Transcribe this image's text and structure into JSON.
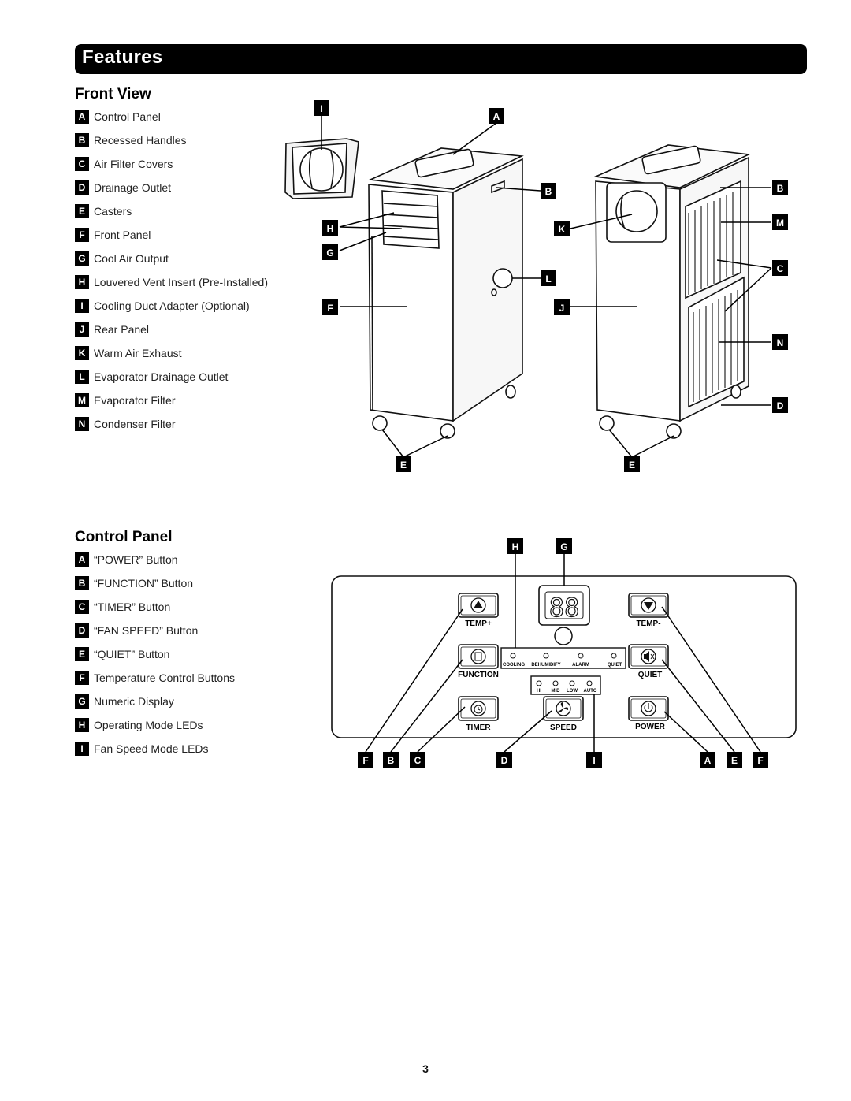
{
  "header": {
    "title": "Features"
  },
  "front_view": {
    "title": "Front View",
    "items": [
      {
        "key": "A",
        "label": "Control Panel"
      },
      {
        "key": "B",
        "label": "Recessed Handles"
      },
      {
        "key": "C",
        "label": "Air Filter Covers"
      },
      {
        "key": "D",
        "label": "Drainage Outlet"
      },
      {
        "key": "E",
        "label": "Casters"
      },
      {
        "key": "F",
        "label": "Front Panel"
      },
      {
        "key": "G",
        "label": "Cool Air Output"
      },
      {
        "key": "H",
        "label": "Louvered Vent Insert (Pre-Installed)"
      },
      {
        "key": "I",
        "label": "Cooling Duct Adapter (Optional)"
      },
      {
        "key": "J",
        "label": "Rear Panel"
      },
      {
        "key": "K",
        "label": "Warm Air Exhaust"
      },
      {
        "key": "L",
        "label": "Evaporator Drainage Outlet"
      },
      {
        "key": "M",
        "label": "Evaporator Filter"
      },
      {
        "key": "N",
        "label": "Condenser Filter"
      }
    ],
    "callouts": [
      "I",
      "A",
      "B",
      "H",
      "G",
      "F",
      "K",
      "L",
      "J",
      "B",
      "M",
      "C",
      "N",
      "D",
      "E",
      "E"
    ]
  },
  "control_panel": {
    "title": "Control Panel",
    "items": [
      {
        "key": "A",
        "label": "“POWER” Button"
      },
      {
        "key": "B",
        "label": "“FUNCTION” Button"
      },
      {
        "key": "C",
        "label": "“TIMER” Button"
      },
      {
        "key": "D",
        "label": "“FAN SPEED” Button"
      },
      {
        "key": "E",
        "label": "“QUIET” Button"
      },
      {
        "key": "F",
        "label": "Temperature Control Buttons"
      },
      {
        "key": "G",
        "label": "Numeric Display"
      },
      {
        "key": "H",
        "label": "Operating Mode LEDs"
      },
      {
        "key": "I",
        "label": "Fan Speed Mode LEDs"
      }
    ],
    "display_value": "88",
    "buttons": {
      "temp_up": "TEMP+",
      "temp_down": "TEMP-",
      "function": "FUNCTION",
      "quiet": "QUIET",
      "timer": "TIMER",
      "speed": "SPEED",
      "power": "POWER"
    },
    "mode_leds": [
      "COOLING",
      "DEHUMIDIFY",
      "ALARM",
      "QUIET"
    ],
    "speed_leds": [
      "HI",
      "MID",
      "LOW",
      "AUTO"
    ],
    "callouts_top": [
      "H",
      "G"
    ],
    "callouts_bottom": [
      "F",
      "B",
      "C",
      "D",
      "I",
      "A",
      "E",
      "F"
    ]
  },
  "footer": {
    "page_number": "3"
  }
}
